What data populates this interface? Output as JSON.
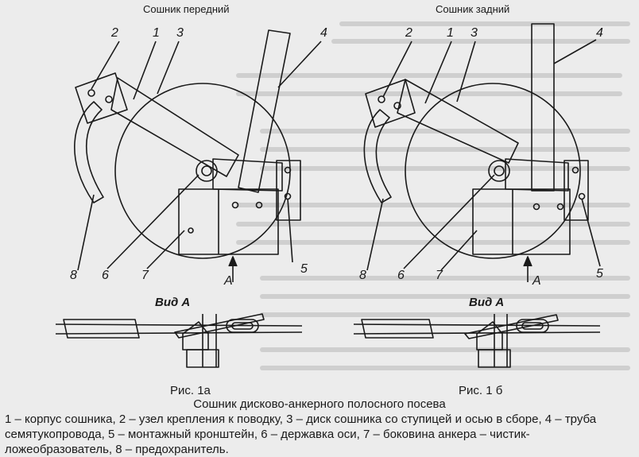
{
  "titles": {
    "front": "Сошник передний",
    "rear": "Сошник задний"
  },
  "callouts": [
    "1",
    "2",
    "3",
    "4",
    "5",
    "6",
    "7",
    "8"
  ],
  "view_arrow": "A",
  "view_label": "Вид А",
  "figures": {
    "left": "Рис. 1а",
    "right": "Рис. 1 б"
  },
  "caption": {
    "title": "Сошник дисково-анкерного полосного посева",
    "legend": "1 – корпус сошника, 2 – узел крепления к поводку, 3 – диск сошника со ступицей и осью в сборе, 4 – труба семятукопровода, 5 – монтажный кронштейн, 6 – державка оси, 7 – боковина анкера – чистик-ложеобразователь, 8 – предохранитель."
  },
  "colors": {
    "paper": "#ececec",
    "ink": "#1a1a1a",
    "bleed": "#b8b8b8"
  }
}
